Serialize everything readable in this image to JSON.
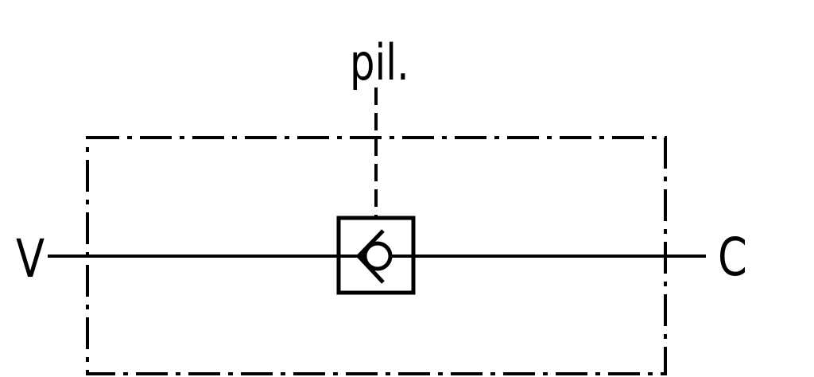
{
  "labels": {
    "pilot": "pil.",
    "inlet": "V",
    "outlet": "C"
  },
  "colors": {
    "line": "#000000",
    "background": "#ffffff"
  }
}
